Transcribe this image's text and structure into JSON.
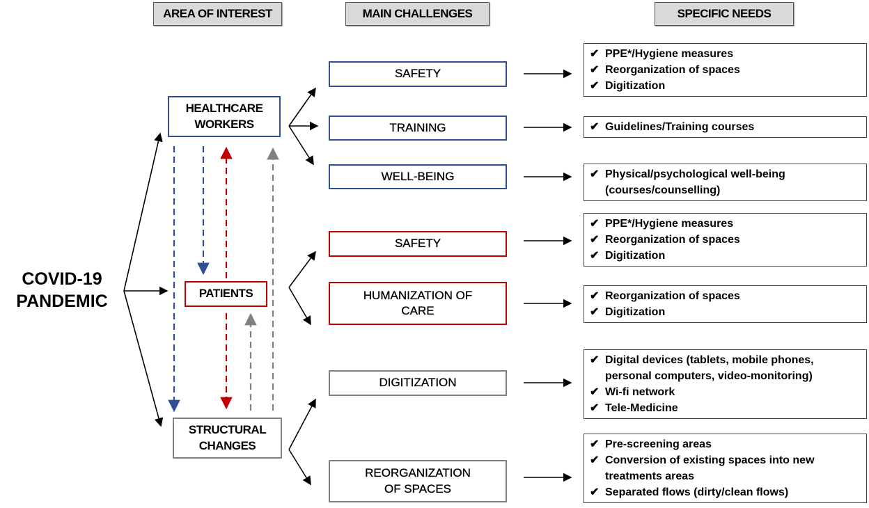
{
  "headers": {
    "area": "AREA OF INTEREST",
    "challenges": "MAIN CHALLENGES",
    "needs": "SPECIFIC NEEDS"
  },
  "root": {
    "line1": "COVID-19",
    "line2": "PANDEMIC"
  },
  "areas": {
    "hcw": {
      "line1": "HEALTHCARE",
      "line2": "WORKERS"
    },
    "patients": "PATIENTS",
    "structural": {
      "line1": "STRUCTURAL",
      "line2": "CHANGES"
    }
  },
  "challenges": {
    "hcw_safety": "SAFETY",
    "hcw_training": "TRAINING",
    "hcw_wellbeing": "WELL-BEING",
    "pat_safety": "SAFETY",
    "pat_humanization": {
      "line1": "HUMANIZATION OF",
      "line2": "CARE"
    },
    "str_digitization": "DIGITIZATION",
    "str_reorg": {
      "line1": "REORGANIZATION",
      "line2": "OF SPACES"
    }
  },
  "check": "✔",
  "needs": {
    "n1": [
      "PPE*/Hygiene measures",
      "Reorganization of spaces",
      "Digitization"
    ],
    "n2": [
      "Guidelines/Training courses"
    ],
    "n3": [
      "Physical/psychological well-being (courses/counselling)"
    ],
    "n4": [
      "PPE*/Hygiene measures",
      "Reorganization of spaces",
      "Digitization"
    ],
    "n5": [
      "Reorganization of spaces",
      "Digitization"
    ],
    "n6": [
      "Digital devices (tablets, mobile phones, personal computers, video-monitoring)",
      "Wi-fi network",
      "Tele-Medicine"
    ],
    "n7": [
      "Pre-screening areas",
      "Conversion of existing spaces into new treatments areas",
      "Separated flows (dirty/clean flows)"
    ]
  },
  "colors": {
    "blue": "#2e4f95",
    "red": "#c00000",
    "gray": "#808080"
  }
}
